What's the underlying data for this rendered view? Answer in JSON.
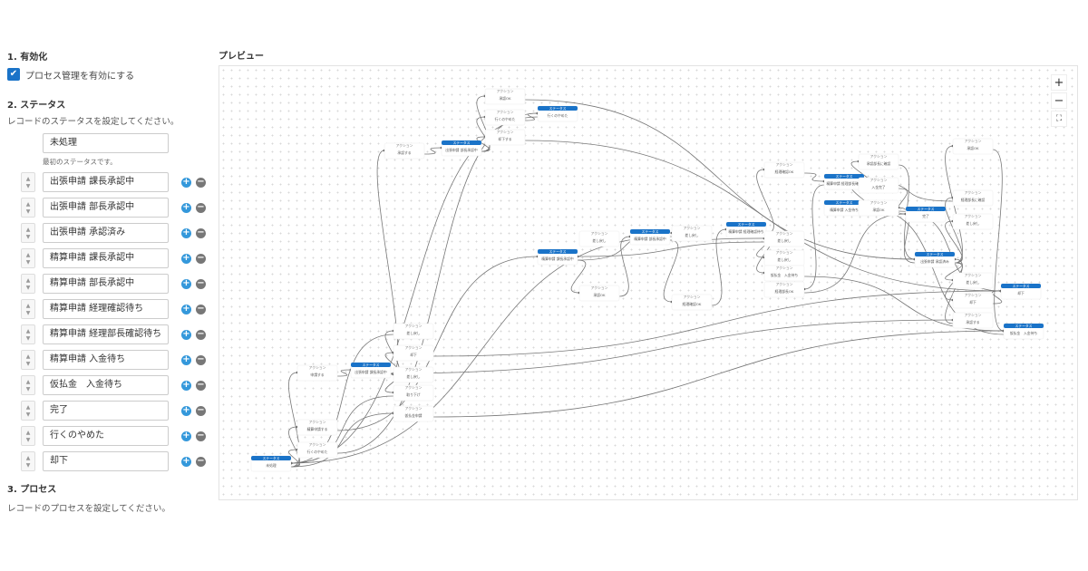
{
  "section1": {
    "title": "1. 有効化",
    "checkbox_label": "プロセス管理を有効にする",
    "checked": true
  },
  "section2": {
    "title": "2. ステータス",
    "desc": "レコードのステータスを設定してください。",
    "initial_status": "未処理",
    "initial_note": "最初のステータスです。",
    "statuses": [
      "出張申請 課長承認中",
      "出張申請 部長承認中",
      "出張申請 承認済み",
      "精算申請 課長承認中",
      "精算申請 部長承認中",
      "精算申請 経理確認待ち",
      "精算申請 経理部長確認待ち",
      "精算申請 入金待ち",
      "仮払金　入金待ち",
      "完了",
      "行くのやめた",
      "却下"
    ]
  },
  "section3": {
    "title": "3. プロセス",
    "desc": "レコードのプロセスを設定してください。"
  },
  "preview": {
    "title": "プレビュー",
    "zoom_in": "+",
    "zoom_out": "−",
    "fit": "⛶",
    "status_header": "ステータス",
    "action_header": "アクション",
    "nodes": [
      {
        "type": "status",
        "label": "未処理"
      },
      {
        "type": "status",
        "label": "出張申請 課長承認中"
      },
      {
        "type": "status",
        "label": "出張申請 部長承認中"
      },
      {
        "type": "status",
        "label": "行くのやめた"
      },
      {
        "type": "status",
        "label": "精算申請 課長承認中"
      },
      {
        "type": "status",
        "label": "精算申請 部長承認中"
      },
      {
        "type": "status",
        "label": "精算申請 経理確認待ち"
      },
      {
        "type": "status",
        "label": "精算申請 経理部長確..."
      },
      {
        "type": "status",
        "label": "精算申請 入金待ち"
      },
      {
        "type": "status",
        "label": "完了"
      },
      {
        "type": "status",
        "label": "出張申請 承認済み"
      },
      {
        "type": "status",
        "label": "却下"
      },
      {
        "type": "status",
        "label": "仮払金　入金待ち"
      },
      {
        "type": "action",
        "label": "申請する"
      },
      {
        "type": "action",
        "label": "承認する"
      },
      {
        "type": "action",
        "label": "行くのやめた"
      },
      {
        "type": "action",
        "label": "却下する"
      },
      {
        "type": "action",
        "label": "承認OK"
      },
      {
        "type": "action",
        "label": "差し戻し"
      },
      {
        "type": "action",
        "label": "承認OK"
      },
      {
        "type": "action",
        "label": "差し戻し"
      },
      {
        "type": "action",
        "label": "経理確認OK"
      },
      {
        "type": "action",
        "label": "経理確認OK"
      },
      {
        "type": "action",
        "label": "差し戻し"
      },
      {
        "type": "action",
        "label": "差し戻し"
      },
      {
        "type": "action",
        "label": "仮払金　入金待ち"
      },
      {
        "type": "action",
        "label": "経理部長OK"
      },
      {
        "type": "action",
        "label": "承認部長に確認"
      },
      {
        "type": "action",
        "label": "入金完了"
      },
      {
        "type": "action",
        "label": "承認OK"
      },
      {
        "type": "action",
        "label": "承認OK"
      },
      {
        "type": "action",
        "label": "経理部長に確認"
      },
      {
        "type": "action",
        "label": "差し戻し"
      },
      {
        "type": "action",
        "label": "差し戻し"
      },
      {
        "type": "action",
        "label": "却下"
      },
      {
        "type": "action",
        "label": "承認する"
      },
      {
        "type": "action",
        "label": "差し戻し"
      },
      {
        "type": "action",
        "label": "却下"
      },
      {
        "type": "action",
        "label": "差し戻し"
      },
      {
        "type": "action",
        "label": "取り下げ"
      },
      {
        "type": "action",
        "label": "仮払金申請"
      },
      {
        "type": "action",
        "label": "精算申請する"
      },
      {
        "type": "action",
        "label": "行くのやめた"
      }
    ],
    "edges": [
      [
        0,
        13
      ],
      [
        13,
        1
      ],
      [
        1,
        14
      ],
      [
        14,
        2
      ],
      [
        2,
        17
      ],
      [
        17,
        10
      ],
      [
        2,
        15
      ],
      [
        15,
        3
      ],
      [
        2,
        16
      ],
      [
        16,
        11
      ],
      [
        4,
        19
      ],
      [
        19,
        5
      ],
      [
        4,
        20
      ],
      [
        20,
        0
      ],
      [
        5,
        21
      ],
      [
        21,
        6
      ],
      [
        5,
        23
      ],
      [
        23,
        4
      ],
      [
        6,
        22
      ],
      [
        22,
        7
      ],
      [
        6,
        24
      ],
      [
        6,
        25
      ],
      [
        25,
        12
      ],
      [
        7,
        26
      ],
      [
        26,
        9
      ],
      [
        7,
        27
      ],
      [
        27,
        10
      ],
      [
        8,
        28
      ],
      [
        28,
        9
      ],
      [
        10,
        29
      ],
      [
        29,
        11
      ],
      [
        10,
        30
      ],
      [
        30,
        12
      ],
      [
        10,
        31
      ],
      [
        31,
        7
      ],
      [
        10,
        32
      ],
      [
        10,
        33
      ],
      [
        10,
        34
      ],
      [
        34,
        11
      ],
      [
        1,
        35
      ],
      [
        35,
        10
      ],
      [
        1,
        36
      ],
      [
        36,
        0
      ],
      [
        1,
        37
      ],
      [
        37,
        11
      ],
      [
        1,
        38
      ],
      [
        1,
        39
      ],
      [
        39,
        0
      ],
      [
        0,
        40
      ],
      [
        40,
        12
      ],
      [
        0,
        41
      ],
      [
        41,
        4
      ],
      [
        0,
        42
      ],
      [
        42,
        3
      ],
      [
        12,
        8
      ],
      [
        3,
        0
      ]
    ]
  }
}
